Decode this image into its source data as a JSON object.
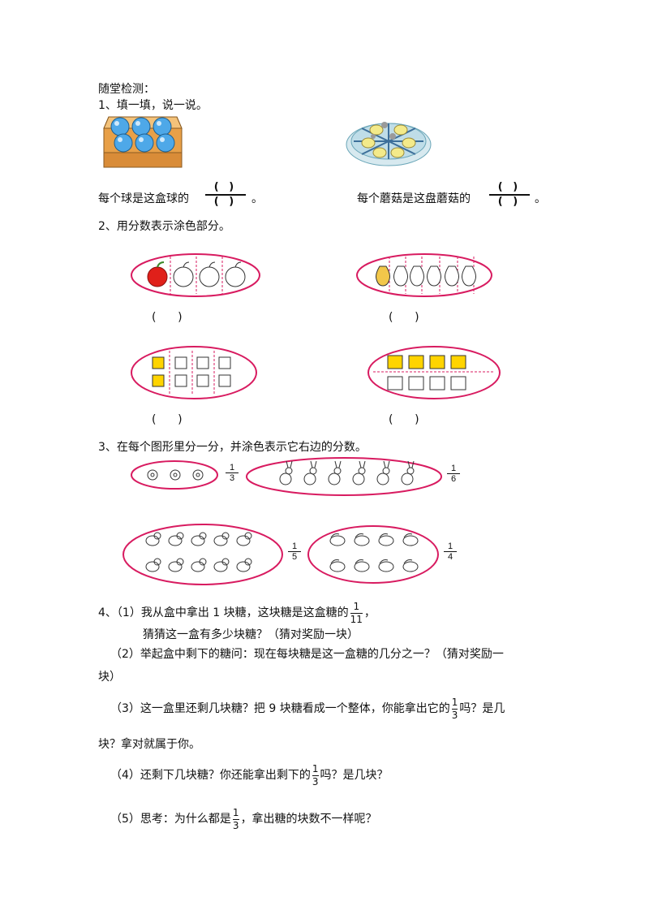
{
  "header": "随堂检测：",
  "q1": {
    "title": "1、填一填，说一说。",
    "left_text": "每个球是这盒球的",
    "right_text": "每个蘑菇是这盘蘑菇的",
    "frac_num": "(  )",
    "frac_den": "(  )",
    "end": "。"
  },
  "q2": {
    "title": "2、用分数表示涂色部分。",
    "blank": "(      )"
  },
  "q3": {
    "title": "3、在每个图形里分一分，并涂色表示它右边的分数。",
    "fracs": [
      {
        "n": "1",
        "d": "3"
      },
      {
        "n": "1",
        "d": "6"
      },
      {
        "n": "1",
        "d": "5"
      },
      {
        "n": "1",
        "d": "4"
      }
    ]
  },
  "q4": {
    "p1a": "4、（1）我从盒中拿出 1 块糖，这块糖是这盒糖的",
    "p1_frac": {
      "n": "1",
      "d": "11"
    },
    "p1_end": "，",
    "p1b": "猜猜这一盒有多少块糖？（猜对奖励一块）",
    "p2a": "（2）举起盒中剩下的糖问：现在每块糖是这一盒糖的几分之一？（猜对奖励一",
    "p2b": "块）",
    "p3a": "（3）这一盒里还剩几块糖？把 9 块糖看成一个整体，你能拿出它的",
    "p3_frac": {
      "n": "1",
      "d": "3"
    },
    "p3_end": "吗？是几",
    "p3b": "块？拿对就属于你。",
    "p4a": "（4）还剩下几块糖？你还能拿出剩下的",
    "p4_frac": {
      "n": "1",
      "d": "3"
    },
    "p4_end": "吗？是几块？",
    "p5a": "（5）思考：为什么都是",
    "p5_frac": {
      "n": "1",
      "d": "3"
    },
    "p5_end": "，拿出糖的块数不一样呢？"
  },
  "colors": {
    "ellipse": "#d81b60",
    "shade_yellow": "#ffd400",
    "apple_red": "#e0201a",
    "ball_blue": "#4ea8e8",
    "box_orange": "#e8a048"
  }
}
